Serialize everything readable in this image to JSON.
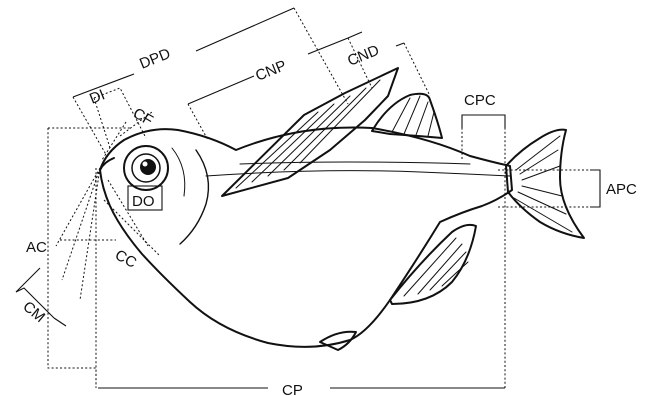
{
  "labels": {
    "dpd": "DPD",
    "di": "DI",
    "cf": "CF",
    "cnp": "CNP",
    "cnd": "CND",
    "cpc": "CPC",
    "apc": "APC",
    "do": "DO",
    "ac": "AC",
    "cc": "CC",
    "cm": "CM",
    "cp": "CP"
  },
  "colors": {
    "ink": "#111111",
    "background": "#ffffff"
  }
}
